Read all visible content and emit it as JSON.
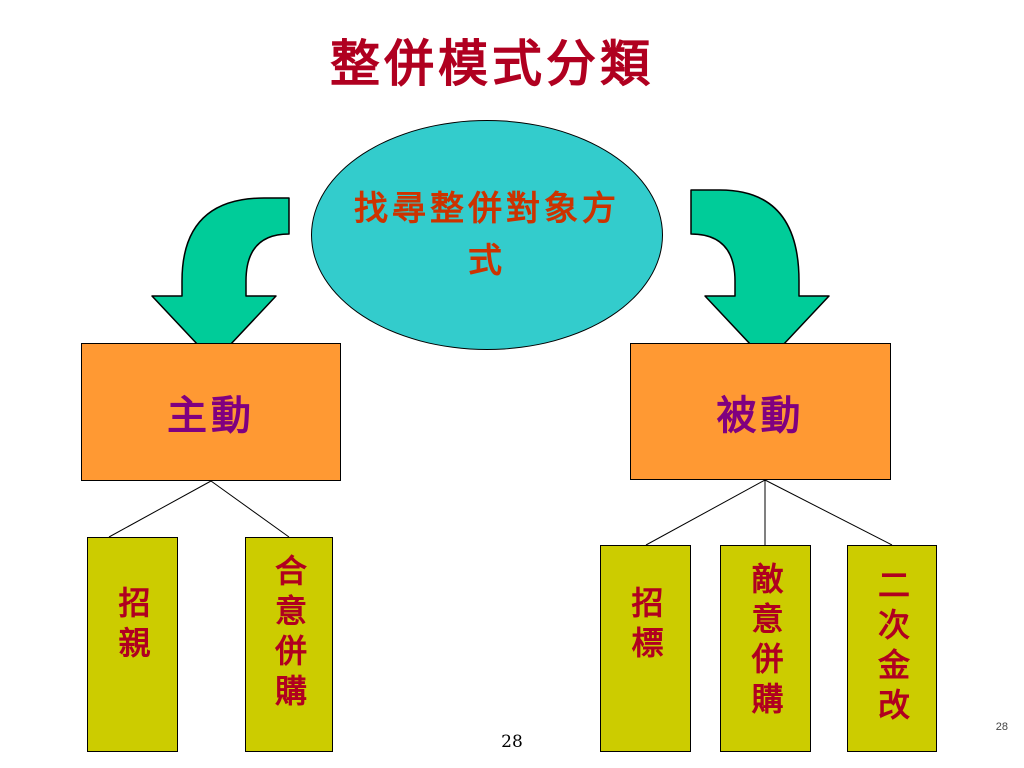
{
  "title": "整併模式分類",
  "center_node": {
    "label": "找尋整併對象方式"
  },
  "branches": [
    {
      "label": "主動",
      "children": [
        "招親",
        "合意併購"
      ]
    },
    {
      "label": "被動",
      "children": [
        "招標",
        "敵意併購",
        "二次金改"
      ]
    }
  ],
  "page_number_center": "28",
  "page_number_corner": "28",
  "colors": {
    "title": "#b00020",
    "ellipse_fill": "#33cccc",
    "ellipse_text": "#cc3300",
    "arrow_fill": "#00cc99",
    "branch_fill": "#ff9933",
    "branch_text": "#800080",
    "leaf_fill": "#cccc00",
    "leaf_text": "#b00020"
  }
}
